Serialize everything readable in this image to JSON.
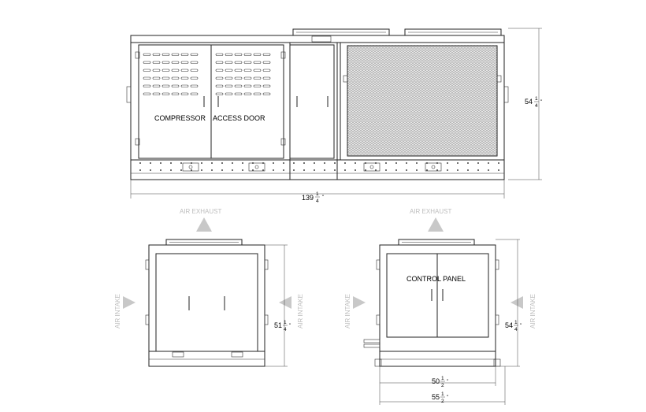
{
  "labels": {
    "compressor": "COMPRESSOR",
    "access_door": "ACCESS DOOR",
    "control_panel": "CONTROL PANEL",
    "air_exhaust": "AIR EXHAUST",
    "air_intake": "AIR INTAKE"
  },
  "dimensions": {
    "height_top": {
      "whole": "54",
      "num": "1",
      "den": "4",
      "unit": "\""
    },
    "length": {
      "whole": "139",
      "num": "1",
      "den": "4",
      "unit": "\""
    },
    "height_side": {
      "whole": "51",
      "num": "1",
      "den": "4",
      "unit": "\""
    },
    "height_end": {
      "whole": "54",
      "num": "1",
      "den": "4",
      "unit": "\""
    },
    "width_inner": {
      "whole": "50",
      "num": "1",
      "den": "2",
      "unit": "\""
    },
    "width_outer": {
      "whole": "55",
      "num": "1",
      "den": "2",
      "unit": "\""
    }
  }
}
